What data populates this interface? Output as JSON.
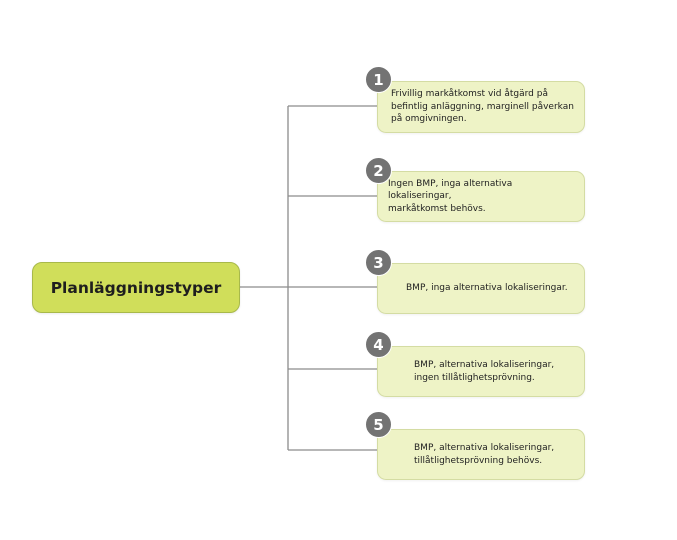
{
  "diagram": {
    "root": {
      "label": "Planläggningstyper"
    },
    "items": [
      {
        "number": "1",
        "lines": [
          "Frivillig markåtkomst vid åtgärd på",
          "befintlig anläggning, marginell påverkan",
          "på omgivningen."
        ]
      },
      {
        "number": "2",
        "lines": [
          "Ingen BMP, inga alternativa lokaliseringar,",
          "markåtkomst behövs."
        ]
      },
      {
        "number": "3",
        "lines": [
          "BMP, inga alternativa lokaliseringar."
        ]
      },
      {
        "number": "4",
        "lines": [
          "BMP, alternativa lokaliseringar,",
          "ingen tillåtlighetsprövning."
        ]
      },
      {
        "number": "5",
        "lines": [
          "BMP, alternativa lokaliseringar,",
          "tillåtlighetsprövning behövs."
        ]
      }
    ],
    "colors": {
      "root_fill": "#d0de5a",
      "item_fill": "#eef3c6",
      "badge_fill": "#737373",
      "connector": "#8c8c8c"
    }
  }
}
